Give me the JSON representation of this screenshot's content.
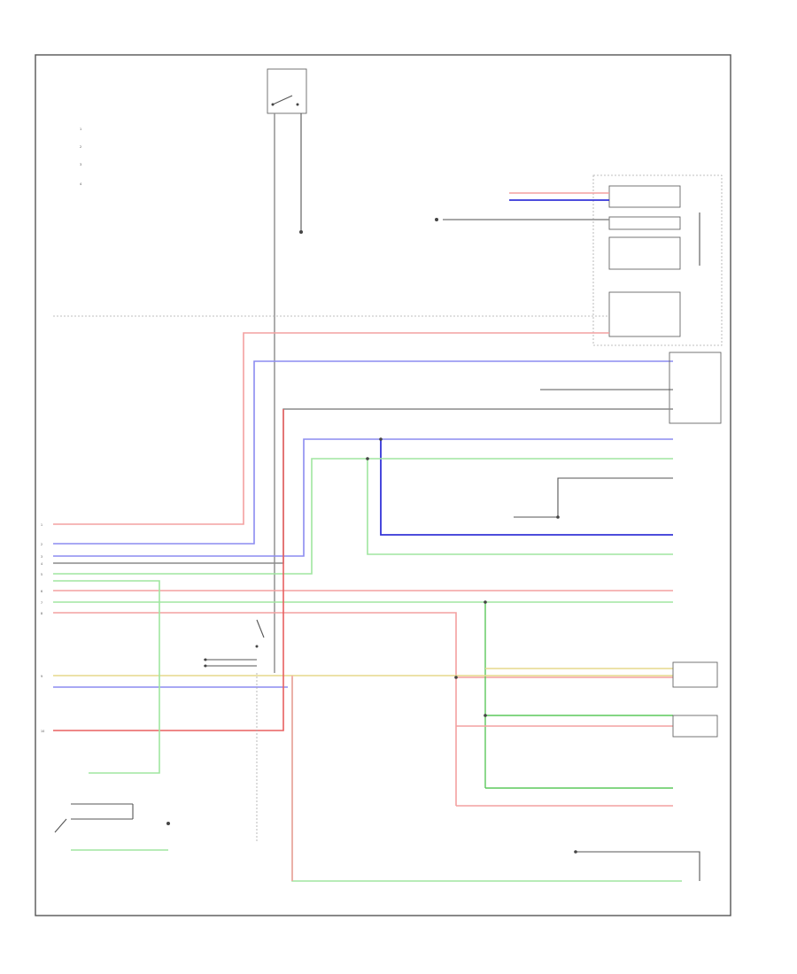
{
  "diagram": {
    "legend": [
      {
        "line": "1"
      },
      {
        "line": "2"
      },
      {
        "line": "3"
      },
      {
        "line": "4"
      }
    ],
    "connector_pins": [
      "1",
      "2",
      "3",
      "4",
      "5",
      "6",
      "7",
      "8",
      "9",
      "10"
    ],
    "colors": {
      "red": "#f4a0a0",
      "dark_red": "#e86060",
      "blue": "#8c8cf0",
      "dark_blue": "#3434d8",
      "green": "#a0e6a0",
      "yellow": "#e6d88c",
      "gray": "#8a8a8a"
    }
  }
}
